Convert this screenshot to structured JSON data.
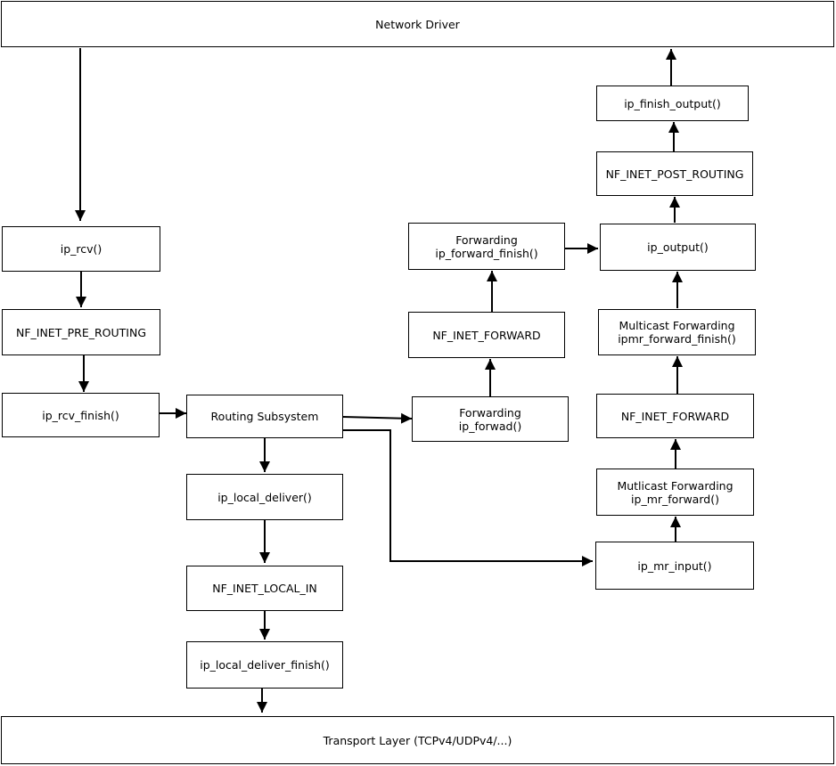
{
  "nodes": {
    "network_driver": "Network Driver",
    "ip_rcv": "ip_rcv()",
    "nf_inet_pre_routing": "NF_INET_PRE_ROUTING",
    "ip_rcv_finish": "ip_rcv_finish()",
    "routing_subsystem": "Routing Subsystem",
    "ip_local_deliver": "ip_local_deliver()",
    "nf_inet_local_in": "NF_INET_LOCAL_IN",
    "ip_local_deliver_finish": "ip_local_deliver_finish()",
    "transport_layer": "Transport Layer (TCPv4/UDPv4/...)",
    "ip_forwad": {
      "line1": "Forwarding",
      "line2": "ip_forwad()"
    },
    "nf_inet_forward_left": "NF_INET_FORWARD",
    "ip_forward_finish": {
      "line1": "Forwarding",
      "line2": "ip_forward_finish()"
    },
    "ip_output": "ip_output()",
    "nf_inet_post_routing": "NF_INET_POST_ROUTING",
    "ip_finish_output": "ip_finish_output()",
    "ipmr_forward_finish": {
      "line1": "Multicast Forwarding",
      "line2": "ipmr_forward_finish()"
    },
    "nf_inet_forward_right": "NF_INET_FORWARD",
    "ip_mr_forward": {
      "line1": "Mutlicast Forwarding",
      "line2": "ip_mr_forward()"
    },
    "ip_mr_input": "ip_mr_input()"
  }
}
